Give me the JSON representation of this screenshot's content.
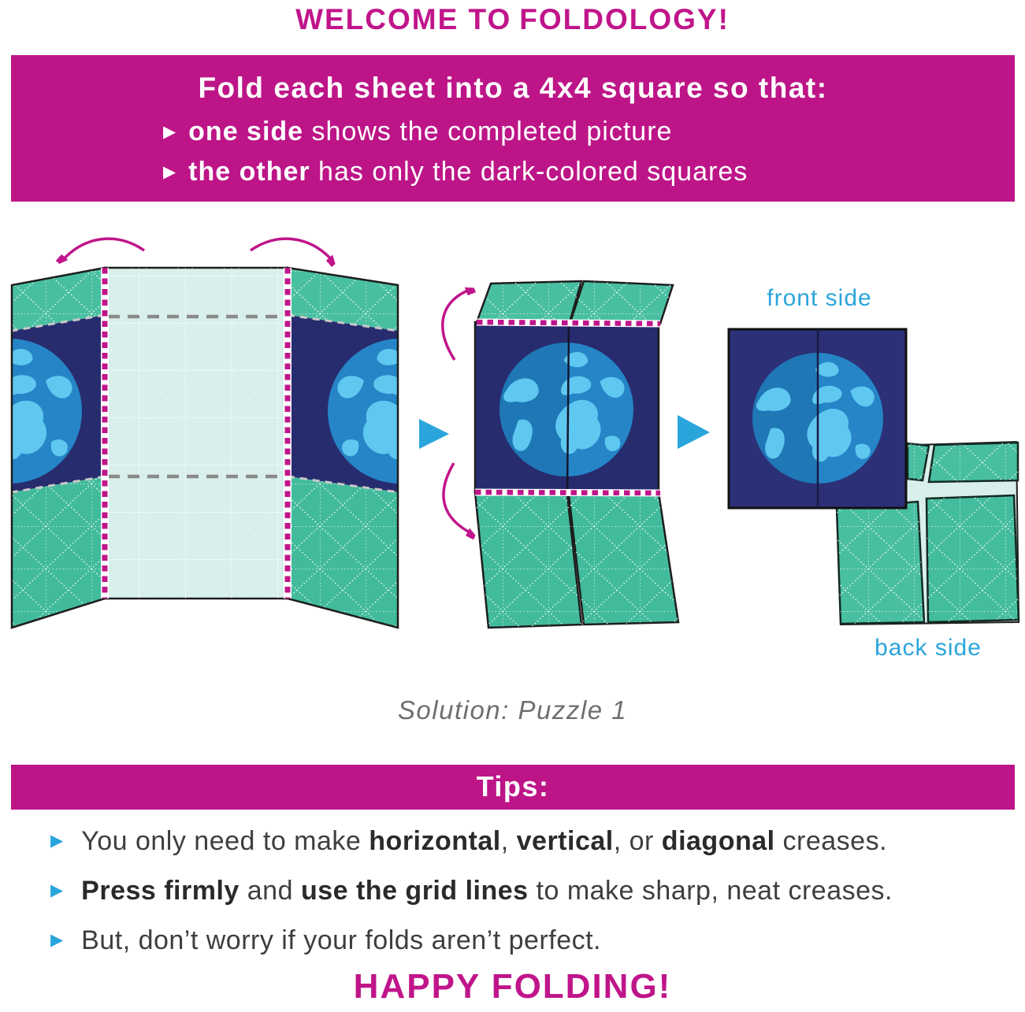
{
  "title": {
    "prefix": "WELCOME TO",
    "brand": "FOLDOLOGY!"
  },
  "instructions": {
    "heading": "Fold each sheet into a 4x4 square so that:",
    "bullets": [
      {
        "bold": "one side",
        "rest": " shows the completed picture"
      },
      {
        "bold": "the other",
        "rest": " has only the dark-colored squares"
      }
    ]
  },
  "diagram": {
    "front_label": "front side",
    "back_label": "back side",
    "caption": "Solution: Puzzle 1",
    "steps": [
      "unfolded-sheet",
      "side-flaps-folded-in",
      "finished-4x4-square"
    ]
  },
  "tips": {
    "heading": "Tips:",
    "items": [
      {
        "segments": [
          {
            "text": "You only need to make ",
            "bold": false
          },
          {
            "text": "horizontal",
            "bold": true
          },
          {
            "text": ", ",
            "bold": false
          },
          {
            "text": "vertical",
            "bold": true
          },
          {
            "text": ", or ",
            "bold": false
          },
          {
            "text": "diagonal",
            "bold": true
          },
          {
            "text": " creases.",
            "bold": false
          }
        ]
      },
      {
        "segments": [
          {
            "text": "Press firmly",
            "bold": true
          },
          {
            "text": " and ",
            "bold": false
          },
          {
            "text": "use the grid lines",
            "bold": true
          },
          {
            "text": " to make sharp, neat creases.",
            "bold": false
          }
        ]
      },
      {
        "segments": [
          {
            "text": "But, don’t worry if your folds aren’t perfect.",
            "bold": false
          }
        ]
      }
    ]
  },
  "footer": {
    "text": "HAPPY FOLDING!"
  },
  "icons": {
    "bullet": "▶"
  },
  "colors": {
    "magenta": "#bd1588",
    "teal": "#49bfa1",
    "navy": "#272c6e",
    "navy_front": "#2b3077",
    "mint": "#d8efeb",
    "sky_blue": "#2aa5dc",
    "globe_ocean": "#2585c7",
    "globe_land": "#5fc8f0",
    "dash_gray": "#8a8a8a",
    "caption_gray": "#6e6e6e",
    "text_dark": "#3e3e3e"
  }
}
